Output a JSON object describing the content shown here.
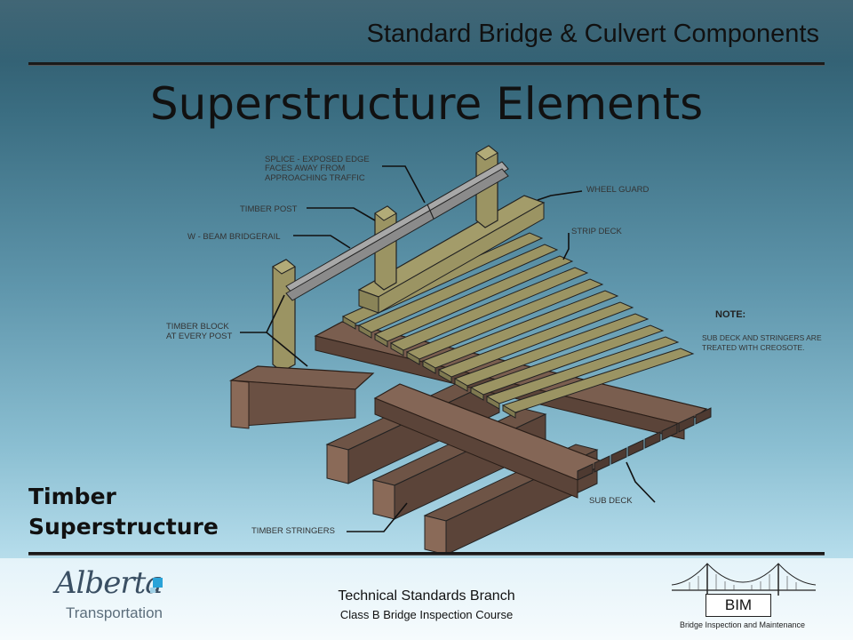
{
  "header": {
    "course_title": "Standard Bridge & Culvert Components"
  },
  "page": {
    "title": "Superstructure Elements",
    "section_label_line1": "Timber",
    "section_label_line2": "Superstructure"
  },
  "diagram": {
    "labels": {
      "splice_line1": "SPLICE - EXPOSED EDGE",
      "splice_line2": "FACES AWAY FROM",
      "splice_line3": "APPROACHING TRAFFIC",
      "timber_post": "TIMBER POST",
      "w_beam": "W - BEAM BRIDGERAIL",
      "timber_block_line1": "TIMBER BLOCK",
      "timber_block_line2": "AT EVERY POST",
      "wheel_guard": "WHEEL GUARD",
      "strip_deck": "STRIP DECK",
      "sub_deck": "SUB DECK",
      "timber_stringers": "TIMBER STRINGERS"
    },
    "note": {
      "heading": "NOTE:",
      "line1": "SUB DECK AND STRINGERS ARE",
      "line2": "TREATED WITH CREOSOTE."
    },
    "colors": {
      "strip_deck": "#9b9463",
      "sub_deck": "#7a5e4f",
      "stringer": "#6e5446",
      "rail": "#8e8e8e"
    }
  },
  "footer": {
    "line1": "Technical Standards Branch",
    "line2": "Class B Bridge Inspection Course",
    "logo_name": "Alberta",
    "logo_sub": "Transportation",
    "bim_label": "BIM",
    "bim_caption": "Bridge Inspection and Maintenance"
  }
}
